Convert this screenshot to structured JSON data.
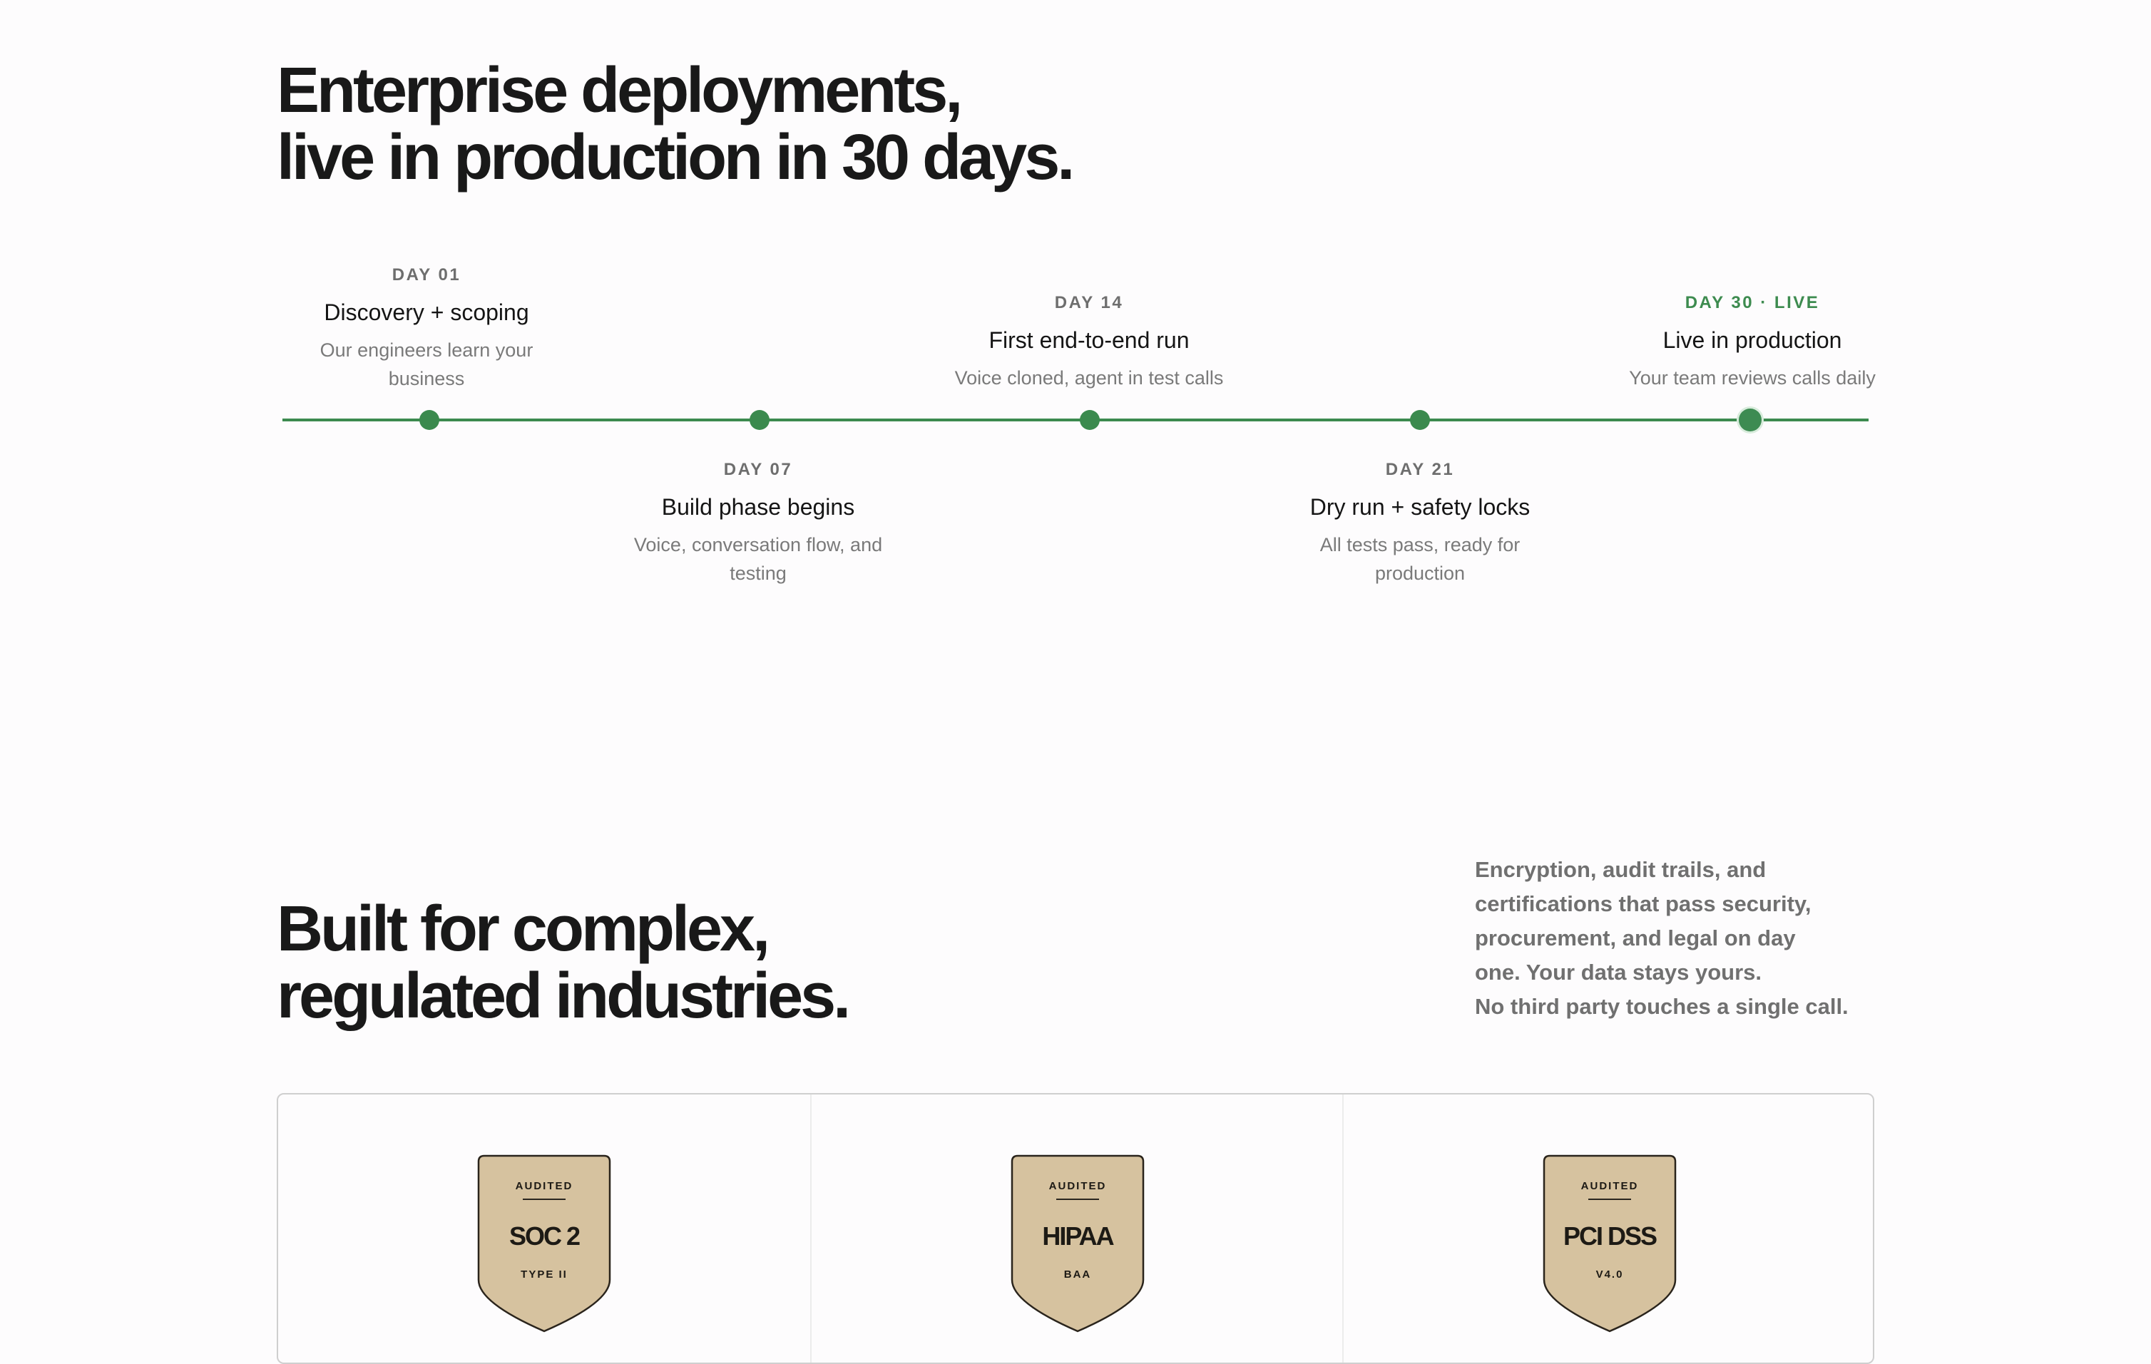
{
  "deployments": {
    "headline_line1": "Enterprise deployments,",
    "headline_line2": "live in production in 30 days.",
    "timeline": [
      {
        "day": "DAY 01",
        "title": "Discovery + scoping",
        "desc": "Our engineers learn your business",
        "position": "above",
        "live": false
      },
      {
        "day": "DAY 07",
        "title": "Build phase begins",
        "desc": "Voice, conversation flow, and testing",
        "position": "below",
        "live": false
      },
      {
        "day": "DAY 14",
        "title": "First end-to-end run",
        "desc": "Voice cloned, agent in test calls",
        "position": "above",
        "live": false
      },
      {
        "day": "DAY 21",
        "title": "Dry run + safety locks",
        "desc": "All tests pass, ready for production",
        "position": "below",
        "live": false
      },
      {
        "day": "DAY 30 · LIVE",
        "title": "Live in production",
        "desc": "Your team reviews calls daily",
        "position": "above",
        "live": true
      }
    ]
  },
  "compliance": {
    "headline_line1": "Built for complex,",
    "headline_line2": "regulated industries.",
    "intro_lines": [
      "Encryption, audit trails, and",
      "certifications that pass security,",
      "procurement, and legal on day",
      "one. Your data stays yours.",
      "No third party touches a single call."
    ],
    "badges": [
      {
        "top": "AUDITED",
        "name": "SOC 2",
        "sub": "TYPE II"
      },
      {
        "top": "AUDITED",
        "name": "HIPAA",
        "sub": "BAA"
      },
      {
        "top": "AUDITED",
        "name": "PCI DSS",
        "sub": "V4.0"
      }
    ],
    "colors": {
      "badge_fill": "#d6c29f",
      "badge_stroke": "#2a241c"
    }
  },
  "colors": {
    "accent": "#3b8a4e"
  }
}
